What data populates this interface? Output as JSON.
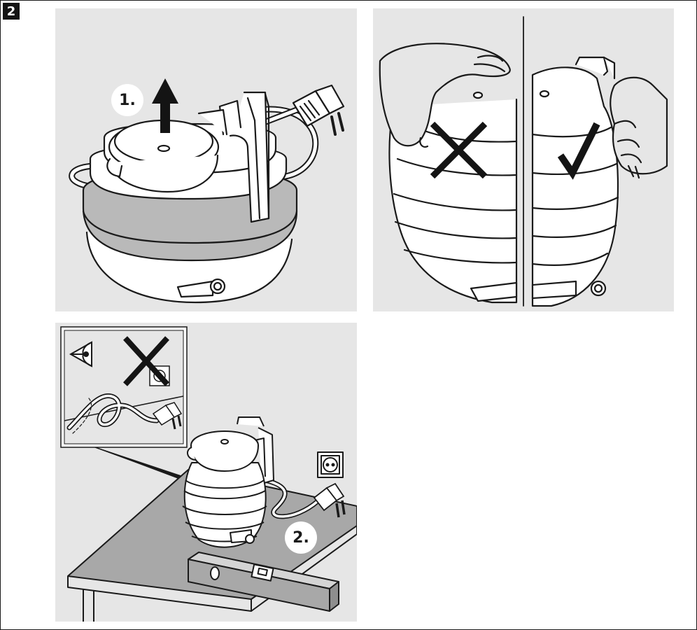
{
  "page": {
    "figure_number": "2"
  },
  "steps": {
    "step1_label": "1.",
    "step2_label": "2."
  },
  "colors": {
    "panel_bg": "#e6e6e6",
    "line": "#1a1a1a",
    "body_fill": "#ffffff",
    "dark_band": "#b9b9b9",
    "level_fill": "#a8a8a8"
  },
  "icons": {
    "wrong": "cross-mark-icon",
    "correct": "check-mark-icon",
    "observe": "eye-icon"
  }
}
